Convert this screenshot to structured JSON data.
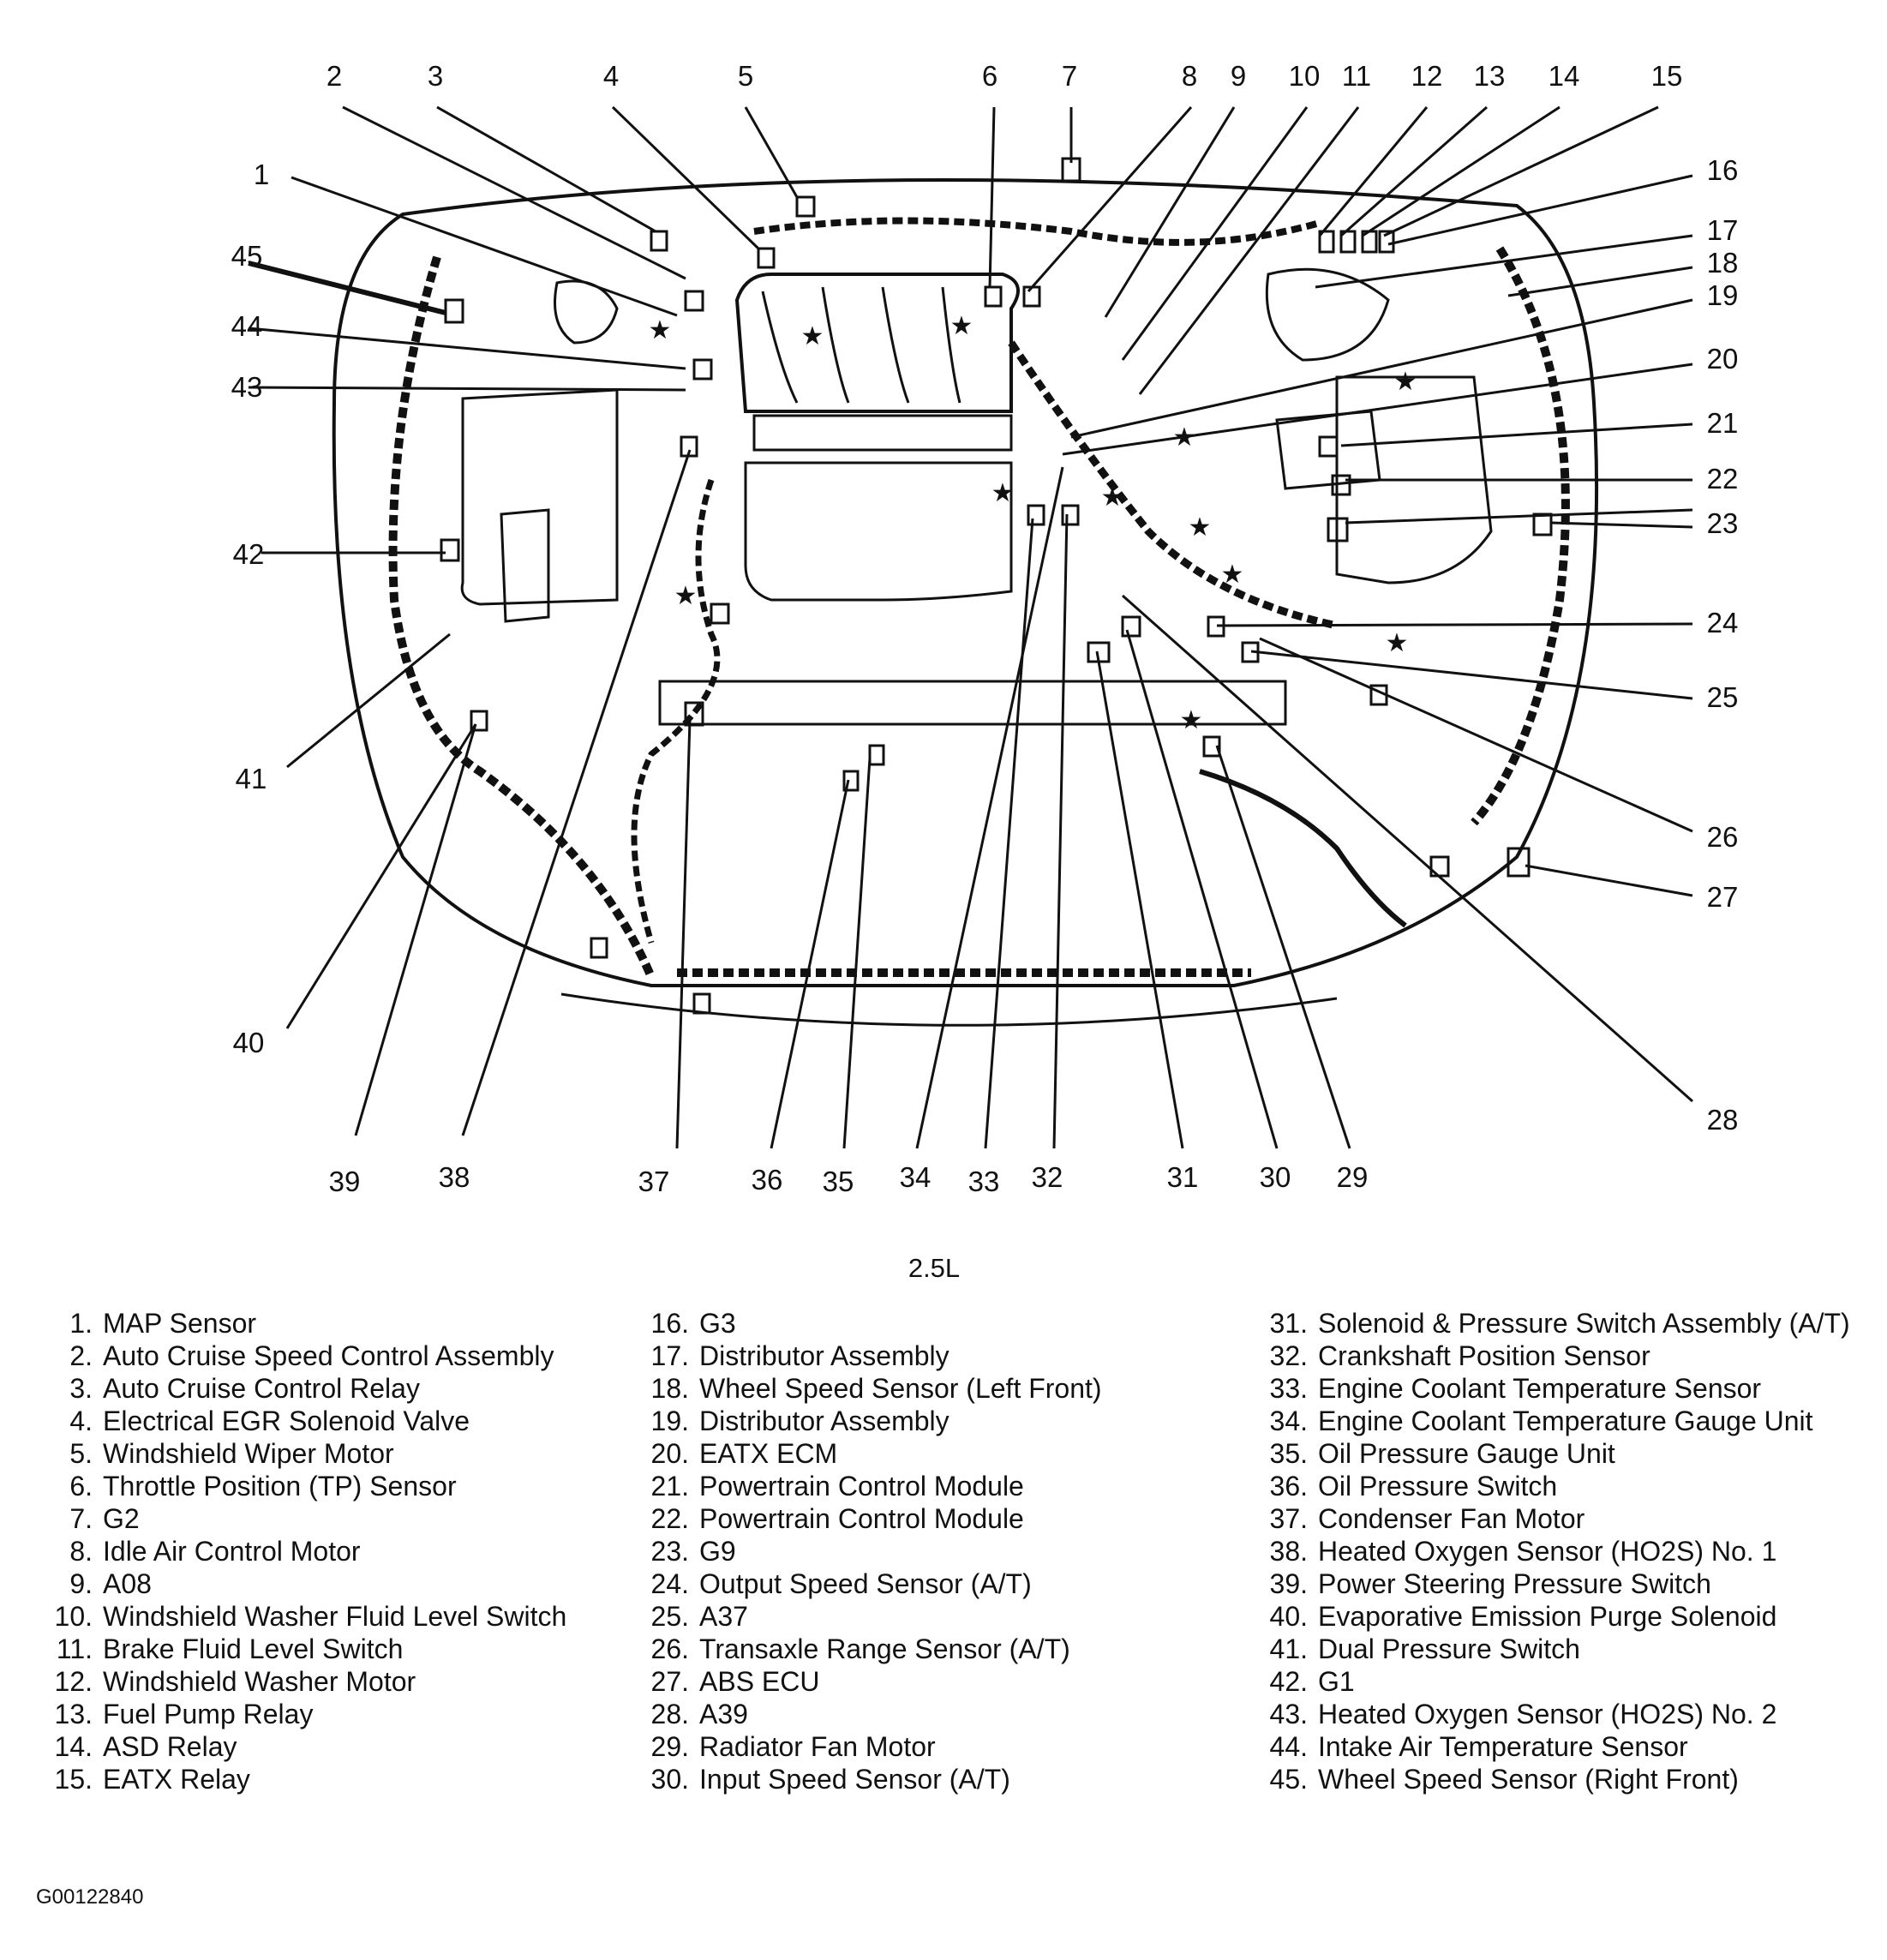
{
  "diagram": {
    "engine_label": "2.5L",
    "figure_id": "G00122840",
    "callout_numbers": [
      "1",
      "2",
      "3",
      "4",
      "5",
      "6",
      "7",
      "8",
      "9",
      "10",
      "11",
      "12",
      "13",
      "14",
      "15",
      "16",
      "17",
      "18",
      "19",
      "20",
      "21",
      "22",
      "23",
      "24",
      "25",
      "26",
      "27",
      "28",
      "29",
      "30",
      "31",
      "32",
      "33",
      "34",
      "35",
      "36",
      "37",
      "38",
      "39",
      "40",
      "41",
      "42",
      "43",
      "44",
      "45"
    ]
  },
  "legend": {
    "columns": [
      [
        {
          "num": "1.",
          "text": "MAP Sensor"
        },
        {
          "num": "2.",
          "text": "Auto Cruise Speed Control Assembly"
        },
        {
          "num": "3.",
          "text": "Auto Cruise Control Relay"
        },
        {
          "num": "4.",
          "text": "Electrical EGR Solenoid Valve"
        },
        {
          "num": "5.",
          "text": "Windshield Wiper Motor"
        },
        {
          "num": "6.",
          "text": "Throttle Position (TP) Sensor"
        },
        {
          "num": "7.",
          "text": "G2"
        },
        {
          "num": "8.",
          "text": "Idle Air Control Motor"
        },
        {
          "num": "9.",
          "text": "A08"
        },
        {
          "num": "10.",
          "text": "Windshield Washer Fluid Level Switch"
        },
        {
          "num": "11.",
          "text": "Brake Fluid Level Switch"
        },
        {
          "num": "12.",
          "text": "Windshield Washer Motor"
        },
        {
          "num": "13.",
          "text": "Fuel Pump Relay"
        },
        {
          "num": "14.",
          "text": "ASD Relay"
        },
        {
          "num": "15.",
          "text": "EATX Relay"
        }
      ],
      [
        {
          "num": "16.",
          "text": "G3"
        },
        {
          "num": "17.",
          "text": "Distributor Assembly"
        },
        {
          "num": "18.",
          "text": "Wheel Speed Sensor (Left Front)"
        },
        {
          "num": "19.",
          "text": "Distributor Assembly"
        },
        {
          "num": "20.",
          "text": "EATX  ECM"
        },
        {
          "num": "21.",
          "text": "Powertrain Control Module"
        },
        {
          "num": "22.",
          "text": "Powertrain Control Module"
        },
        {
          "num": "23.",
          "text": "G9"
        },
        {
          "num": "24.",
          "text": "Output Speed Sensor (A/T)"
        },
        {
          "num": "25.",
          "text": "A37"
        },
        {
          "num": "26.",
          "text": "Transaxle Range Sensor (A/T)"
        },
        {
          "num": "27.",
          "text": "ABS ECU"
        },
        {
          "num": "28.",
          "text": "A39"
        },
        {
          "num": "29.",
          "text": "Radiator Fan Motor"
        },
        {
          "num": "30.",
          "text": "Input Speed Sensor (A/T)"
        }
      ],
      [
        {
          "num": "31.",
          "text": "Solenoid & Pressure Switch Assembly (A/T)"
        },
        {
          "num": "32.",
          "text": "Crankshaft Position Sensor"
        },
        {
          "num": "33.",
          "text": "Engine Coolant Temperature Sensor"
        },
        {
          "num": "34.",
          "text": "Engine Coolant Temperature Gauge Unit"
        },
        {
          "num": "35.",
          "text": "Oil Pressure Gauge Unit"
        },
        {
          "num": "36.",
          "text": "Oil Pressure Switch"
        },
        {
          "num": "37.",
          "text": "Condenser Fan Motor"
        },
        {
          "num": "38.",
          "text": "Heated Oxygen Sensor (HO2S) No. 1"
        },
        {
          "num": "39.",
          "text": "Power Steering Pressure Switch"
        },
        {
          "num": "40.",
          "text": "Evaporative Emission Purge Solenoid"
        },
        {
          "num": "41.",
          "text": "Dual Pressure Switch"
        },
        {
          "num": "42.",
          "text": "G1"
        },
        {
          "num": "43.",
          "text": "Heated Oxygen Sensor (HO2S) No. 2"
        },
        {
          "num": "44.",
          "text": "Intake Air Temperature Sensor"
        },
        {
          "num": "45.",
          "text": "Wheel Speed Sensor (Right Front)"
        }
      ]
    ]
  }
}
